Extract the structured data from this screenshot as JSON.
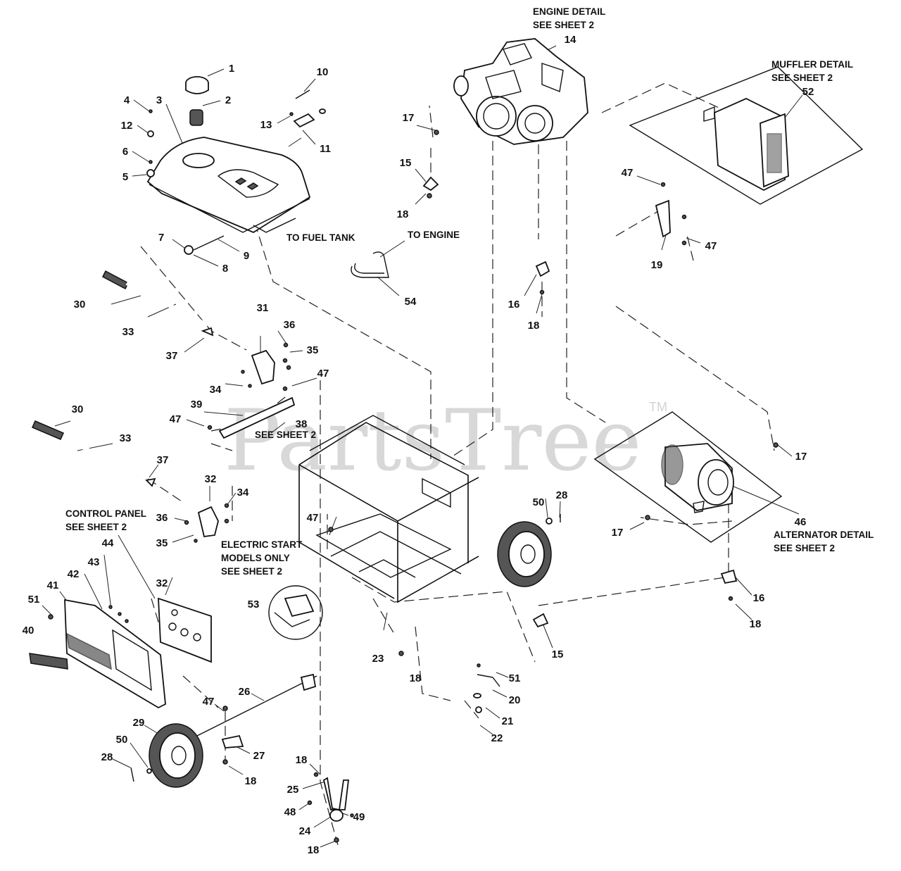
{
  "watermark": {
    "text": "PartsTree",
    "tm": "TM"
  },
  "labels": {
    "engine_detail_1": "ENGINE DETAIL",
    "engine_detail_2": "SEE SHEET 2",
    "muffler_detail_1": "MUFFLER DETAIL",
    "muffler_detail_2": "SEE SHEET 2",
    "to_fuel_tank": "TO FUEL TANK",
    "to_engine": "TO ENGINE",
    "see_sheet_38": "SEE SHEET 2",
    "control_panel_1": "CONTROL PANEL",
    "control_panel_2": "SEE SHEET 2",
    "electric_start_1": "ELECTRIC START",
    "electric_start_2": "MODELS ONLY",
    "electric_start_3": "SEE SHEET 2",
    "alternator_detail_1": "ALTERNATOR DETAIL",
    "alternator_detail_2": "SEE SHEET 2"
  },
  "callouts": {
    "c1": "1",
    "c2": "2",
    "c3": "3",
    "c4": "4",
    "c12a": "12",
    "c6": "6",
    "c5": "5",
    "c10": "10",
    "c13": "13",
    "c11": "11",
    "c7": "7",
    "c8": "8",
    "c9": "9",
    "c14": "14",
    "c17a": "17",
    "c15a": "15",
    "c18a": "18",
    "c52": "52",
    "c47a": "47",
    "c47b": "47",
    "c19": "19",
    "c16a": "16",
    "c18b": "18",
    "c54": "54",
    "c30a": "30",
    "c33a": "33",
    "c31": "31",
    "c36a": "36",
    "c35a": "35",
    "c37a": "37",
    "c34a": "34",
    "c47c": "47",
    "c39": "39",
    "c47d": "47",
    "c38": "38",
    "c30b": "30",
    "c33b": "33",
    "c37b": "37",
    "c32a": "32",
    "c34b": "34",
    "c36b": "36",
    "c35b": "35",
    "c44": "44",
    "c43": "43",
    "c42": "42",
    "c41": "41",
    "c51a": "51",
    "c40": "40",
    "c32b": "32",
    "c53": "53",
    "c47e": "47",
    "c23": "23",
    "c18c": "18",
    "c50a": "50",
    "c28a": "28",
    "c17b": "17",
    "c17c": "17",
    "c46": "46",
    "c16b": "16",
    "c18d": "18",
    "c15b": "15",
    "c51b": "51",
    "c20": "20",
    "c21": "21",
    "c22": "22",
    "c26": "26",
    "c47f": "47",
    "c29": "29",
    "c50b": "50",
    "c28b": "28",
    "c27": "27",
    "c18e": "18",
    "c18f": "18",
    "c25": "25",
    "c48": "48",
    "c24": "24",
    "c49": "49",
    "c18g": "18"
  }
}
